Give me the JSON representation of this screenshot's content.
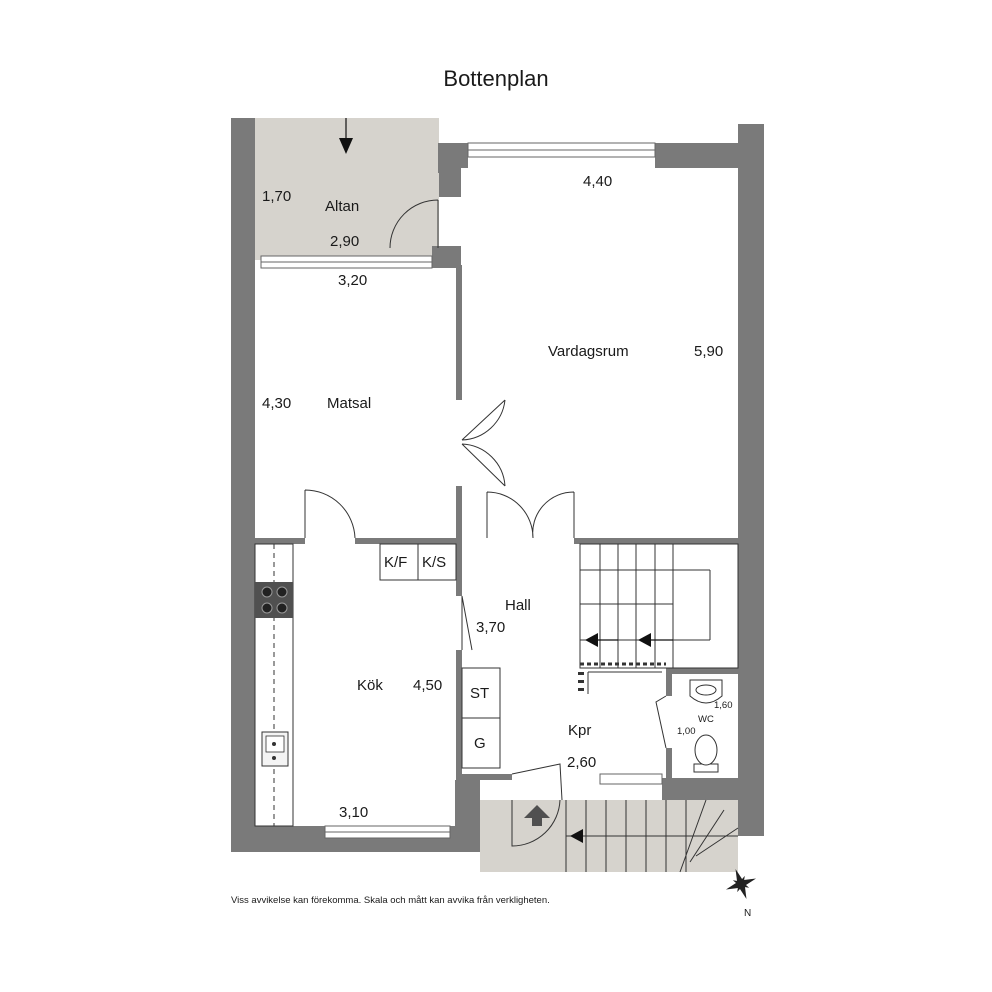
{
  "title": "Bottenplan",
  "disclaimer": "Viss avvikelse kan förekomma. Skala och mått kan avvika från verkligheten.",
  "compass_letter": "N",
  "colors": {
    "wall": "#7a7a7a",
    "terrace": "#d6d3cd",
    "fixture": "#505050"
  },
  "rooms": {
    "altan": {
      "name": "Altan",
      "dim_a": "1,70",
      "dim_b": "2,90"
    },
    "vardagsrum": {
      "name": "Vardagsrum",
      "dim_a": "4,40",
      "dim_b": "5,90"
    },
    "matsal": {
      "name": "Matsal",
      "dim_a": "3,20",
      "dim_b": "4,30"
    },
    "kok": {
      "name": "Kök",
      "dim_a": "4,50",
      "dim_b": "3,10"
    },
    "hall": {
      "name": "Hall",
      "dim_a": "3,70"
    },
    "kpr": {
      "name": "Kpr",
      "dim_a": "2,60"
    },
    "wc": {
      "name": "WC",
      "dim_a": "1,60",
      "dim_b": "1,00"
    }
  },
  "fixtures": {
    "kf": "K/F",
    "ks": "K/S",
    "st": "ST",
    "g": "G"
  }
}
